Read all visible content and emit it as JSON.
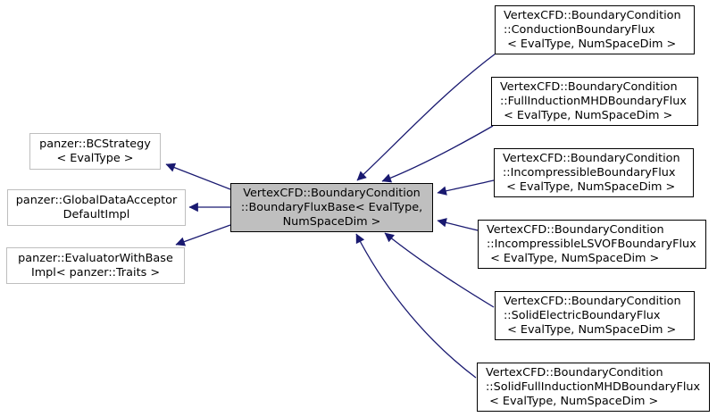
{
  "diagram": {
    "kind": "class-inheritance-graph",
    "focus_node": {
      "label": "VertexCFD::BoundaryCondition\n::BoundaryFluxBase< EvalType,\nNumSpaceDim >"
    },
    "base_nodes": [
      {
        "label": "panzer::BCStrategy\n< EvalType >"
      },
      {
        "label": "panzer::GlobalDataAcceptor\nDefaultImpl"
      },
      {
        "label": "panzer::EvaluatorWithBase\nImpl< panzer::Traits >"
      }
    ],
    "derived_nodes": [
      {
        "label": "VertexCFD::BoundaryCondition\n::ConductionBoundaryFlux\n < EvalType, NumSpaceDim >"
      },
      {
        "label": "VertexCFD::BoundaryCondition\n::FullInductionMHDBoundaryFlux\n < EvalType, NumSpaceDim >"
      },
      {
        "label": "VertexCFD::BoundaryCondition\n::IncompressibleBoundaryFlux\n < EvalType, NumSpaceDim >"
      },
      {
        "label": "VertexCFD::BoundaryCondition\n::IncompressibleLSVOFBoundaryFlux\n < EvalType, NumSpaceDim >"
      },
      {
        "label": "VertexCFD::BoundaryCondition\n::SolidElectricBoundaryFlux\n < EvalType, NumSpaceDim >"
      },
      {
        "label": "VertexCFD::BoundaryCondition\n::SolidFullInductionMHDBoundaryFlux\n < EvalType, NumSpaceDim >"
      }
    ],
    "colors": {
      "arrow": "#191970",
      "node_fill": "#ffffff",
      "focus_node_fill": "#bfbfbf",
      "node_border": "#000000",
      "external_node_border": "#bebebe",
      "text": "#000000",
      "background": "#ffffff"
    }
  }
}
